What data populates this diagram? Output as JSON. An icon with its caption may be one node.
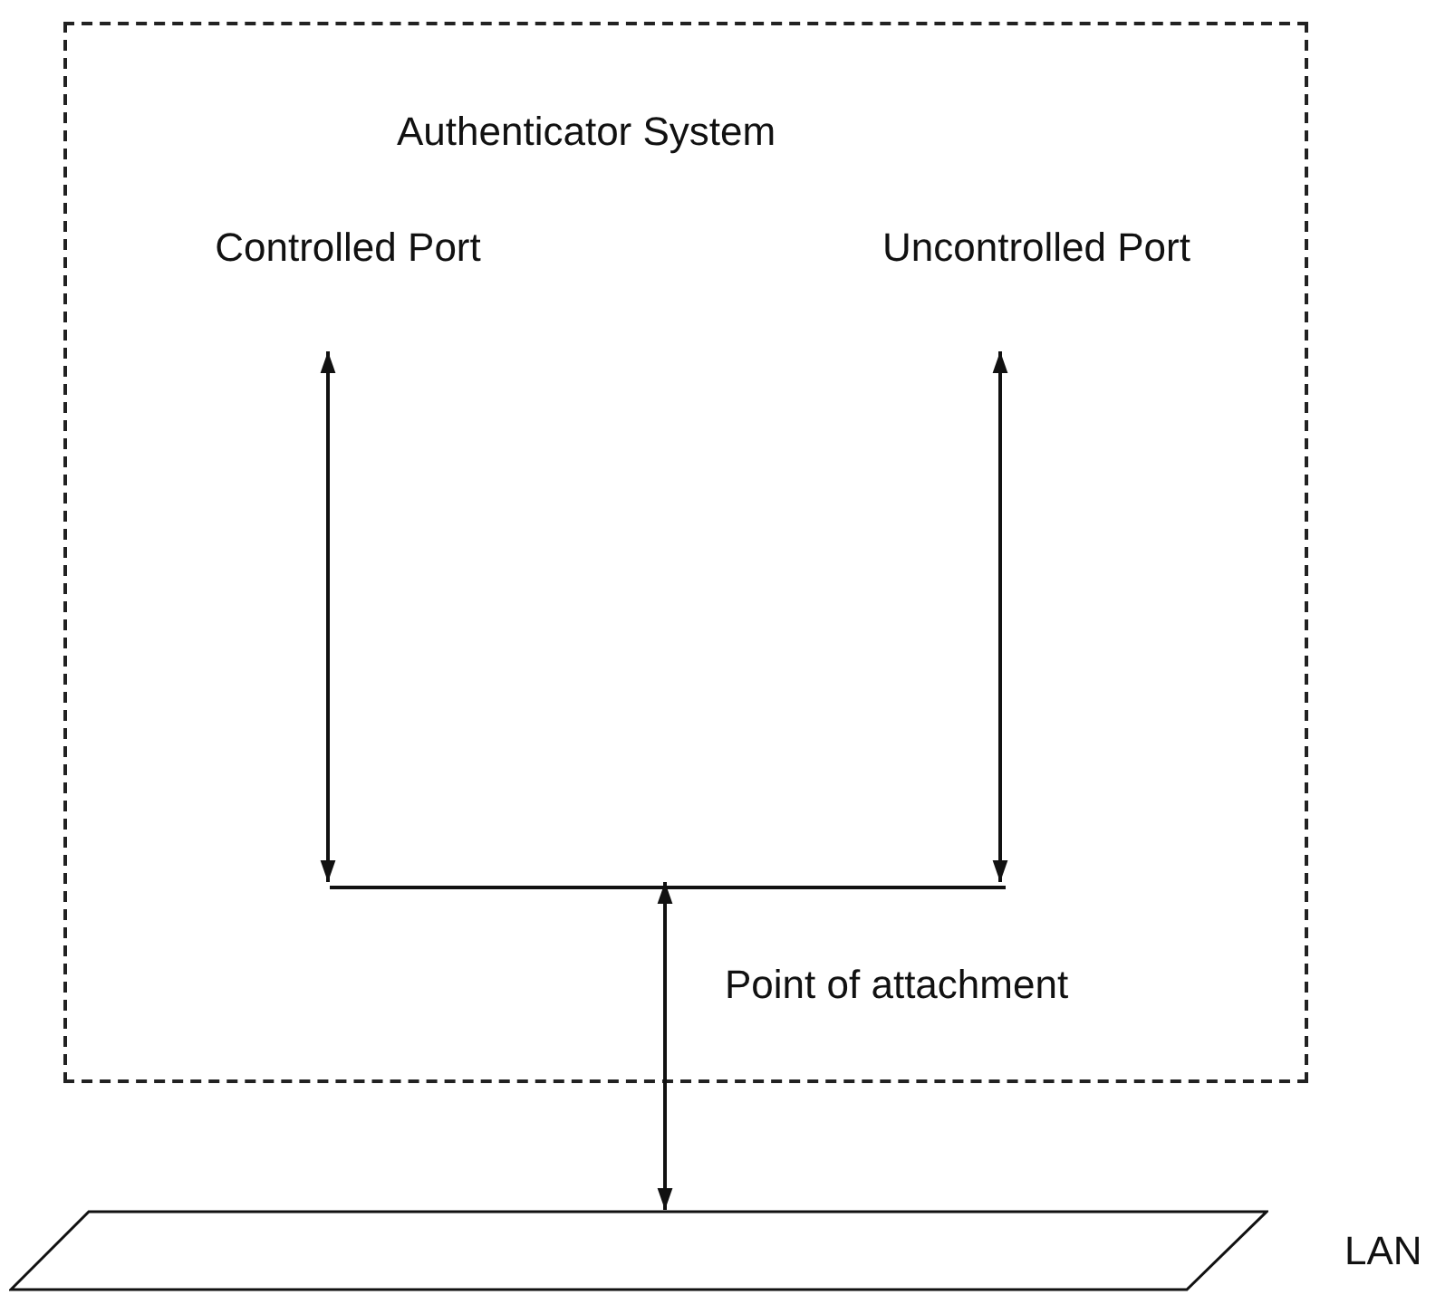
{
  "diagram": {
    "nodes": [
      {
        "text": [
          "Authenticator System"
        ]
      },
      {
        "text": [
          "Controlled Port"
        ],
        "in": 0
      },
      {
        "text": [
          "Uncontrolled Port"
        ],
        "in": 0
      },
      {
        "text": [],
        "shape": "bar",
        "in": 0
      },
      {
        "text": [],
        "shape": "box",
        "beside": [
          "LAN"
        ]
      }
    ],
    "edges": [
      {
        "from": 1,
        "to": 3,
        "arrow": "both"
      },
      {
        "from": 2,
        "to": 3,
        "arrow": "both"
      },
      {
        "from": 3,
        "to": 4,
        "arrow": "both",
        "label": "Point of attachment"
      }
    ]
  }
}
